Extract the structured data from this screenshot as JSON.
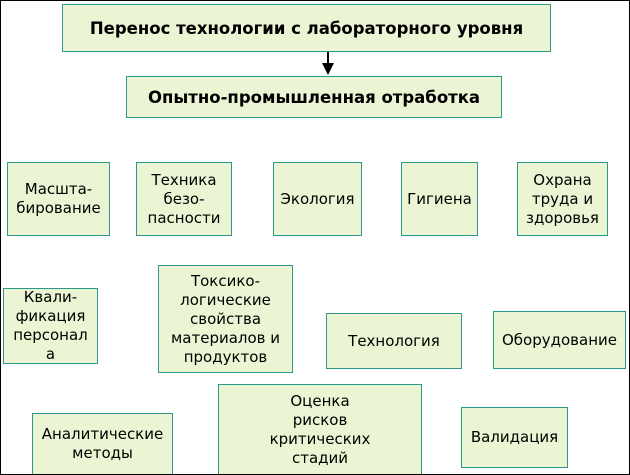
{
  "diagram": {
    "top": "Перенос технологии с лабораторного уровня",
    "second": "Опытно-промышленная отработка",
    "nodes": {
      "scaling": "Масшта-\nбирование",
      "safety": "Техника\nбезо-\nпасности",
      "ecology": "Экология",
      "hygiene": "Гигиена",
      "health": "Охрана\nтруда и\nздоровья",
      "staff": "Квали-\nфикация\nперсонал\nа",
      "toxic": "Токсико-\nлогические\nсвойства\nматериалов и\nпродуктов",
      "technology": "Технология",
      "equipment": "Оборудование",
      "analytics": "Аналитические\nметоды",
      "risk": "Оценка\nрисков\nкритических\nстадий",
      "validation": "Валидация"
    },
    "colors": {
      "box_fill": "#ebf5d3",
      "box_border": "#2b9a8a",
      "arrow": "#000000"
    }
  }
}
